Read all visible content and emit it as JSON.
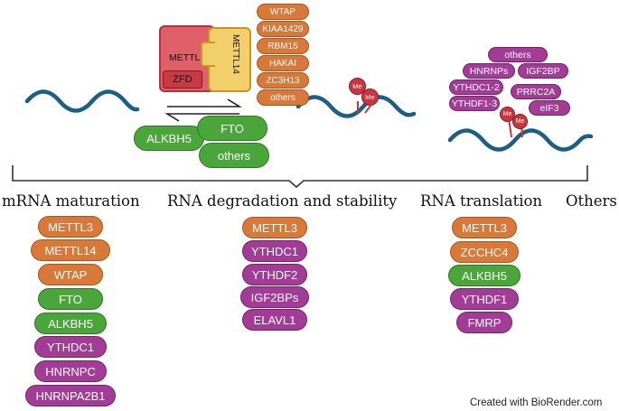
{
  "complex": {
    "mettl3": "METTL3",
    "zfd": "ZFD",
    "mettl14": "METTL14",
    "partners": [
      "WTAP",
      "KIAA1429",
      "RBM15",
      "HAKAI",
      "ZC3H13",
      "others"
    ]
  },
  "erasers": [
    "ALKBH5",
    "FTO",
    "others"
  ],
  "methyl_mark": "Me",
  "readers": {
    "others": "others",
    "hnrnps": "HNRNPs",
    "igf2bp": "IGF2BP",
    "ythdc1_2": "YTHDC1-2",
    "prrc2a": "PRRC2A",
    "ythdf1_3": "YTHDF1-3",
    "eif3": "eIF3"
  },
  "categories": {
    "maturation": {
      "title": "mRNA maturation",
      "items": [
        "METTL3",
        "METTL14",
        "WTAP",
        "FTO",
        "ALKBH5",
        "YTHDC1",
        "HNRNPC",
        "HNRNPA2B1"
      ]
    },
    "degradation": {
      "title": "RNA degradation and stability",
      "items": [
        "METTL3",
        "YTHDC1",
        "YTHDF2",
        "IGF2BPs",
        "ELAVL1"
      ]
    },
    "translation": {
      "title": "RNA translation",
      "items": [
        "METTL3",
        "ZCCHC4",
        "ALKBH5",
        "YTHDF1",
        "FMRP"
      ]
    },
    "others": {
      "title": "Others"
    }
  },
  "colors": {
    "writer": "#d8793a",
    "eraser": "#4aa53b",
    "reader": "#a23c96",
    "rna": "#1b5f86",
    "mettl3_box": "#e0606a",
    "mettl14_box": "#f2cf6a",
    "zfd_box": "#c83a44",
    "me_ball": "#c8373f"
  },
  "credit": "Created with BioRender.com"
}
